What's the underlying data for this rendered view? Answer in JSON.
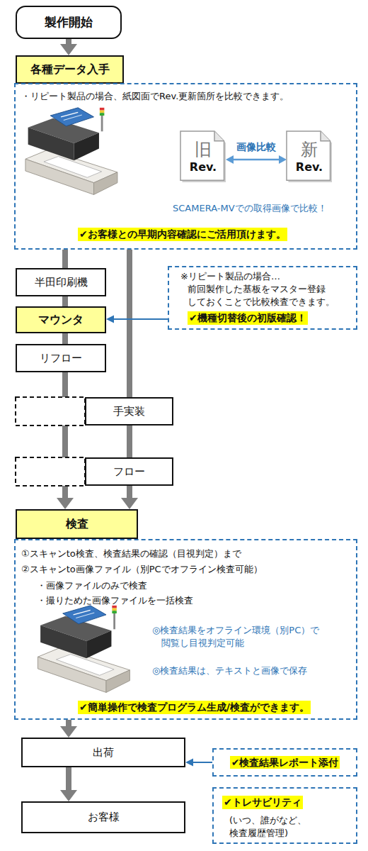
{
  "diagram": {
    "nodes": [
      {
        "text": [
          "製作開始"
        ]
      },
      {
        "text": [
          "各種データ入手"
        ]
      },
      {
        "text": [
          "・リピート製品の場合、紙図面でRev.更新箇所を比較できます。",
          "SCAMERA-MVでの取得画像で比較！",
          "✔お客様との早期内容確認にご活用頂けます。"
        ]
      },
      {
        "text": [
          "旧 Rev."
        ],
        "in": 2
      },
      {
        "text": [
          "新 Rev."
        ],
        "in": 2
      },
      {
        "text": [
          "半田印刷機"
        ]
      },
      {
        "text": [
          "※リピート製品の場合…",
          "前回製作した基板をマスター登録 しておくことで比較検査できます。",
          "✔機種切替後の初版確認！"
        ]
      },
      {
        "text": [
          "マウンタ"
        ]
      },
      {
        "text": [
          "リフロー"
        ]
      },
      {
        "text": [
          "手実装"
        ]
      },
      {
        "text": [
          "フロー"
        ]
      },
      {
        "text": [
          "検査"
        ]
      },
      {
        "text": [
          "①スキャンto検査、検査結果の確認（目視判定）まで",
          "②スキャンto画像ファイル（別PCでオフライン検査可能）",
          "・画像ファイルのみで検査",
          "・撮りためた画像ファイルを一括検査",
          "◎検査結果をオフライン環境（別PC）で 閲覧し目視判定可能",
          "◎検査結果は、テキストと画像で保存",
          "✔簡単操作で検査プログラム生成/検査ができます。"
        ]
      },
      {
        "text": [
          "出荷"
        ]
      },
      {
        "text": [
          "✔検査結果レポート添付"
        ]
      },
      {
        "text": [
          "お客様"
        ]
      },
      {
        "text": [
          "✔トレサビリティ",
          "(いつ、誰がなど、 検査履歴管理)"
        ]
      }
    ],
    "edges": [
      {
        "from": 0,
        "to": 1,
        "arrow": "to"
      },
      {
        "from": 2,
        "to": 5,
        "arrow": "none"
      },
      {
        "from": 2,
        "to": 9,
        "arrow": "none"
      },
      {
        "from": 3,
        "to": 4,
        "label": "画像比較",
        "arrow": "both"
      },
      {
        "from": 5,
        "to": 7,
        "arrow": "none"
      },
      {
        "from": 7,
        "to": 8,
        "arrow": "none"
      },
      {
        "from": 8,
        "to": 11,
        "arrow": "to"
      },
      {
        "from": 9,
        "to": 10,
        "arrow": "none"
      },
      {
        "from": 10,
        "to": 11,
        "arrow": "to"
      },
      {
        "from": 6,
        "to": 7,
        "arrow": "to"
      },
      {
        "from": 12,
        "to": 13,
        "arrow": "to"
      },
      {
        "from": 14,
        "to": 13,
        "arrow": "to"
      },
      {
        "from": 13,
        "to": 15,
        "arrow": "to"
      }
    ]
  }
}
